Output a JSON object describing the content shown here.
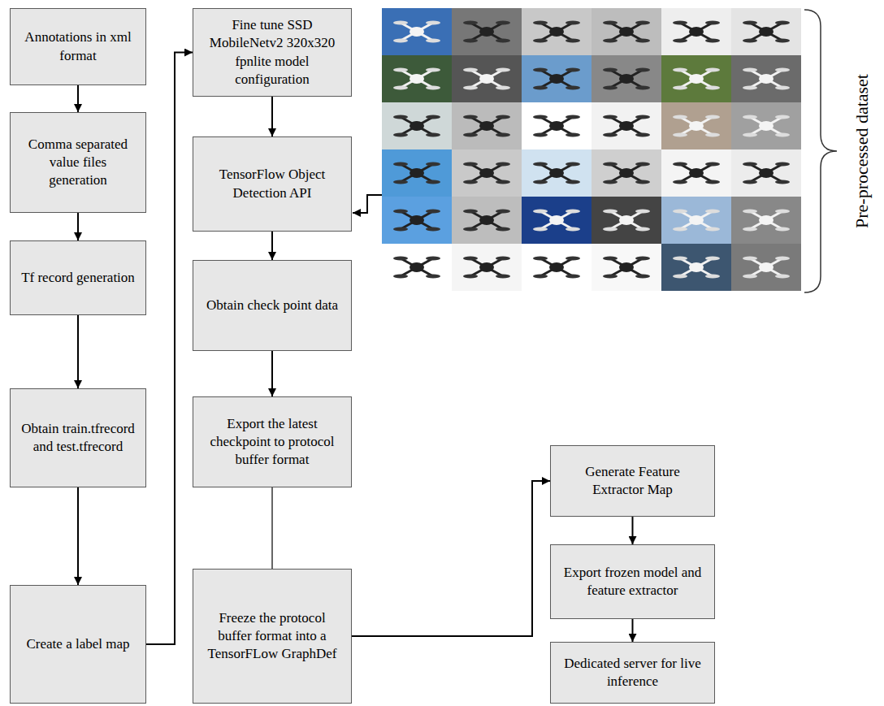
{
  "diagram": {
    "nodes": [
      {
        "text": [
          "Annotations in xml format"
        ]
      },
      {
        "text": [
          "Comma separated value files generation"
        ]
      },
      {
        "text": [
          "Tf record generation"
        ]
      },
      {
        "text": [
          "Obtain train.tfrecord and test.tfrecord"
        ]
      },
      {
        "text": [
          "Create a label map"
        ]
      },
      {
        "text": [
          "Fine tune SSD MobileNetv2 320x320 fpnlite model configuration"
        ]
      },
      {
        "text": [
          "TensorFlow Object Detection API"
        ]
      },
      {
        "text": [
          "Obtain check point data"
        ]
      },
      {
        "text": [
          "Export the latest checkpoint to protocol buffer format"
        ]
      },
      {
        "text": [
          "Freeze the protocol buffer format into a TensorFLow GraphDef"
        ]
      },
      {
        "text": [
          "Generate Feature Extractor Map"
        ]
      },
      {
        "text": [
          "Export frozen model and feature extractor"
        ]
      },
      {
        "text": [
          "Dedicated server for live inference"
        ]
      }
    ],
    "edges": [
      {
        "from": 0,
        "to": 1,
        "arrow": "to"
      },
      {
        "from": 1,
        "to": 2,
        "arrow": "to"
      },
      {
        "from": 2,
        "to": 3,
        "arrow": "to"
      },
      {
        "from": 3,
        "to": 4,
        "arrow": "to"
      },
      {
        "from": 4,
        "to": 5,
        "arrow": "to"
      },
      {
        "from": 5,
        "to": 6,
        "arrow": "to"
      },
      {
        "from": 6,
        "to": 7,
        "arrow": "to"
      },
      {
        "from": 7,
        "to": 8,
        "arrow": "to"
      },
      {
        "from": 8,
        "to": 9,
        "arrow": "none"
      },
      {
        "from": 9,
        "to": 10,
        "arrow": "to"
      },
      {
        "from": 10,
        "to": 11,
        "arrow": "to"
      },
      {
        "from": 11,
        "to": 12,
        "arrow": "to"
      }
    ],
    "labels": [
      "Pre-processed dataset"
    ]
  }
}
